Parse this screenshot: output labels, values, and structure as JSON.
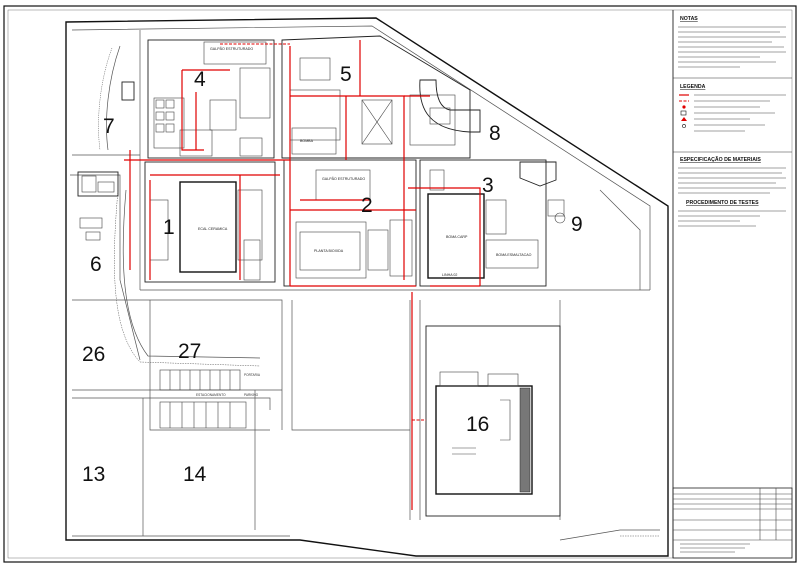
{
  "zones": [
    {
      "id": "1",
      "label": "1"
    },
    {
      "id": "2",
      "label": "2"
    },
    {
      "id": "3",
      "label": "3"
    },
    {
      "id": "4",
      "label": "4"
    },
    {
      "id": "5",
      "label": "5"
    },
    {
      "id": "6",
      "label": "6"
    },
    {
      "id": "7",
      "label": "7"
    },
    {
      "id": "8",
      "label": "8"
    },
    {
      "id": "9",
      "label": "9"
    },
    {
      "id": "13",
      "label": "13"
    },
    {
      "id": "14",
      "label": "14"
    },
    {
      "id": "16",
      "label": "16"
    },
    {
      "id": "26",
      "label": "26"
    },
    {
      "id": "27",
      "label": "27"
    }
  ],
  "buildings": {
    "galpao_estruturado_4": "GALPÃO ESTRUTURADO",
    "bomba_5": "BOMBA",
    "galpao_estruturado_2": "GALPÃO ESTRUTURADO",
    "ecal_ceramica": "ECAL CERAMICA",
    "planta_bioxida": "PLANTA BIOXIDA",
    "boma_carp": "BOMA CARP",
    "linha_02": "LINHA 02",
    "boma_esmaltacao": "BOMA ESMALTACAO",
    "portaria": "PORTARIA",
    "estacionamento": "ESTACIONAMENTO",
    "parking": "PARKING"
  },
  "right_panel": {
    "notes_title": "NOTAS",
    "legend_title": "LEGENDA",
    "materials_title": "ESPECIFICAÇÃO DE MATERIAIS",
    "tests_title": "PROCEDIMENTO DE TESTES"
  },
  "colors": {
    "linework": "#222222",
    "network": "#e00000",
    "background": "#ffffff"
  }
}
